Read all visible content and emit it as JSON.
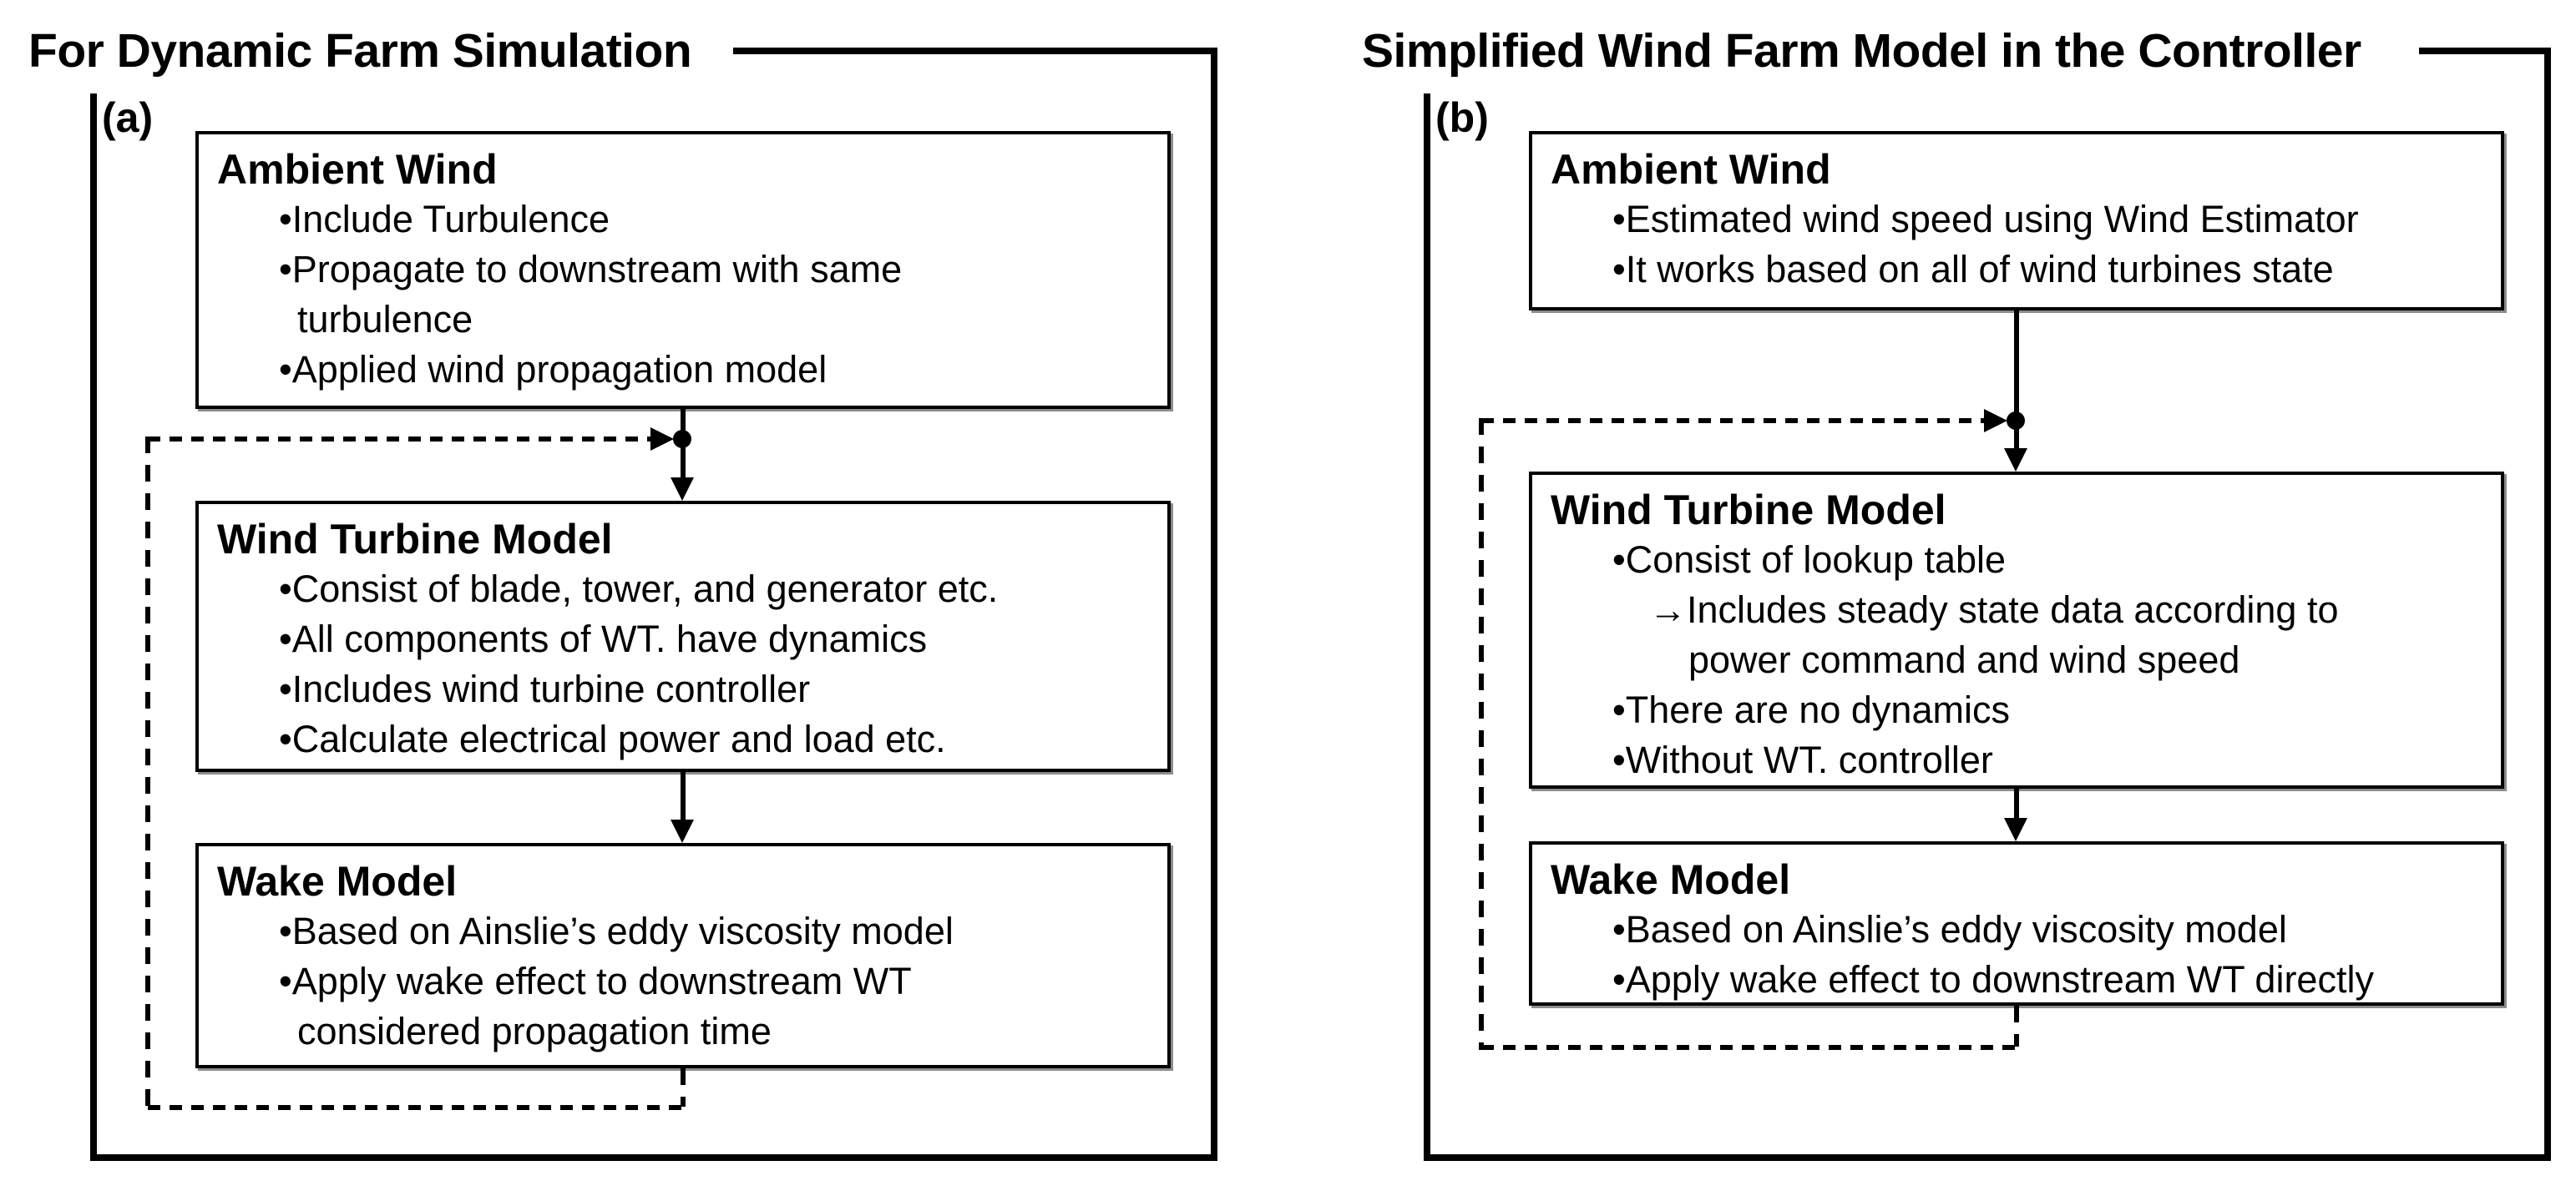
{
  "figure": {
    "colors": {
      "ink": "#000000",
      "paper": "#ffffff"
    },
    "panels": [
      {
        "label": "(a)",
        "title": "For Dynamic Farm Simulation",
        "boxes": [
          {
            "heading": "Ambient Wind",
            "lines": [
              {
                "text": "•Include Turbulence"
              },
              {
                "text": "•Propagate to downstream with same"
              },
              {
                "text": "turbulence"
              },
              {
                "text": "•Applied wind propagation model"
              }
            ]
          },
          {
            "heading": "Wind Turbine Model",
            "lines": [
              {
                "text": "•Consist of blade, tower, and generator etc."
              },
              {
                "text": "•All components of WT. have dynamics"
              },
              {
                "text": "•Includes wind turbine controller"
              },
              {
                "text": "•Calculate electrical power and load etc."
              }
            ]
          },
          {
            "heading": "Wake Model",
            "lines": [
              {
                "text": "•Based on Ainslie’s eddy viscosity model"
              },
              {
                "text": "•Apply wake effect to downstream WT"
              },
              {
                "text": "considered propagation time"
              }
            ]
          }
        ]
      },
      {
        "label": "(b)",
        "title": "Simplified Wind Farm Model in the Controller",
        "boxes": [
          {
            "heading": "Ambient Wind",
            "lines": [
              {
                "text": "•Estimated wind speed using Wind Estimator"
              },
              {
                "text": "•It works based on all of wind turbines state"
              }
            ]
          },
          {
            "heading": "Wind Turbine Model",
            "lines": [
              {
                "text": "•Consist of lookup table"
              },
              {
                "text": "→Includes steady state data according to"
              },
              {
                "text": "power command and wind speed"
              },
              {
                "text": "•There are no dynamics"
              },
              {
                "text": "•Without WT. controller"
              }
            ]
          },
          {
            "heading": "Wake Model",
            "lines": [
              {
                "text": "•Based on Ainslie’s eddy viscosity model"
              },
              {
                "text": "•Apply wake effect to downstream WT directly"
              }
            ]
          }
        ]
      }
    ]
  }
}
